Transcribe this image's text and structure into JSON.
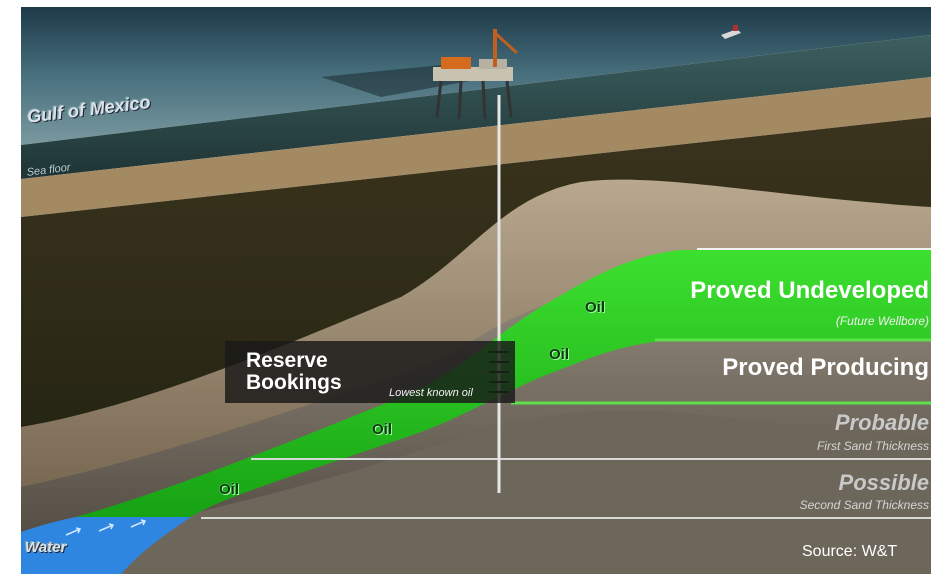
{
  "labels": {
    "gulf": "Gulf of Mexico",
    "sea_floor": "Sea floor",
    "reserve_bookings_line1": "Reserve",
    "reserve_bookings_line2": "Bookings",
    "lowest_known_oil": "Lowest known oil",
    "water": "Water",
    "source": "Source: W&T"
  },
  "oil_labels": [
    "Oil",
    "Oil",
    "Oil",
    "Oil"
  ],
  "categories": {
    "proved_undeveloped": {
      "title": "Proved Undeveloped",
      "subtitle": "(Future Wellbore)"
    },
    "proved_producing": {
      "title": "Proved Producing"
    },
    "probable": {
      "title": "Probable",
      "subtitle": "First Sand Thickness"
    },
    "possible": {
      "title": "Possible",
      "subtitle": "Second Sand Thickness"
    }
  },
  "colors": {
    "oil_green": "#27c21f",
    "water_blue": "#2f86e0",
    "sea": "#3f6470",
    "rock_tan": "#8a7660",
    "deep_rock": "#2e2a18"
  }
}
